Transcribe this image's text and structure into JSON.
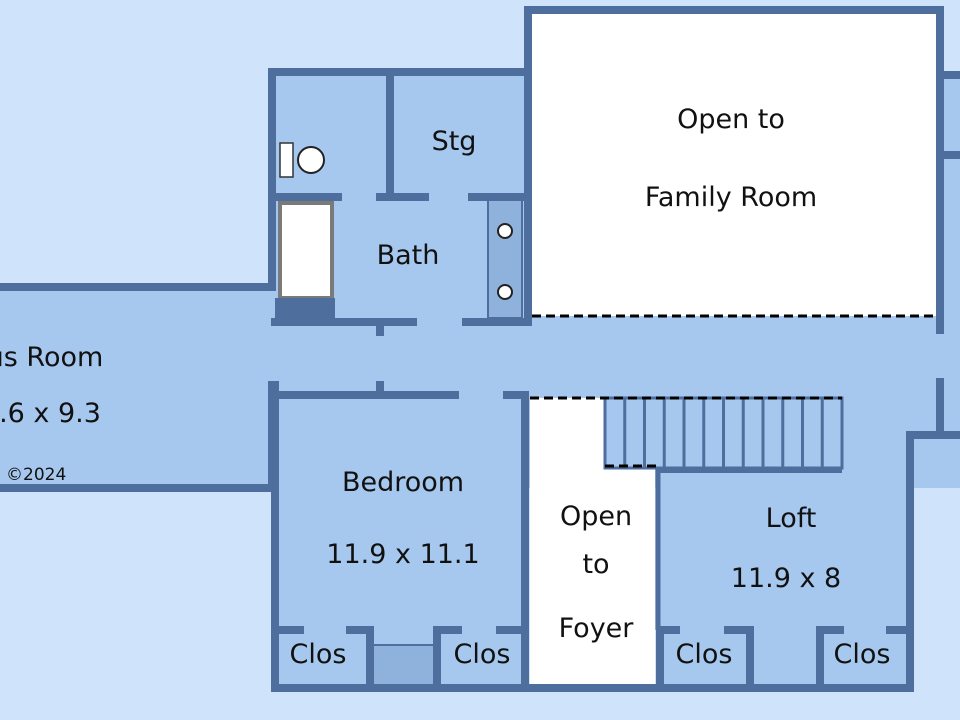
{
  "colors": {
    "background": "#cfe3fb",
    "room": "#a6c8ee",
    "wall": "#4e6e9e",
    "open": "#ffffff"
  },
  "rooms": {
    "bonus": {
      "name": "us Room",
      "size": ".6 x 9.3"
    },
    "stg": {
      "name": "Stg"
    },
    "bath": {
      "name": "Bath"
    },
    "family": {
      "line1": "Open to",
      "line2": "Family Room"
    },
    "bedroom": {
      "name": "Bedroom",
      "size": "11.9 x 11.1"
    },
    "foyer": {
      "line1": "Open",
      "line2": "to",
      "line3": "Foyer"
    },
    "loft": {
      "name": "Loft",
      "size": "11.9 x 8"
    },
    "closets": [
      "Clos",
      "Clos",
      "Clos",
      "Clos"
    ]
  },
  "copyright": "©2024"
}
